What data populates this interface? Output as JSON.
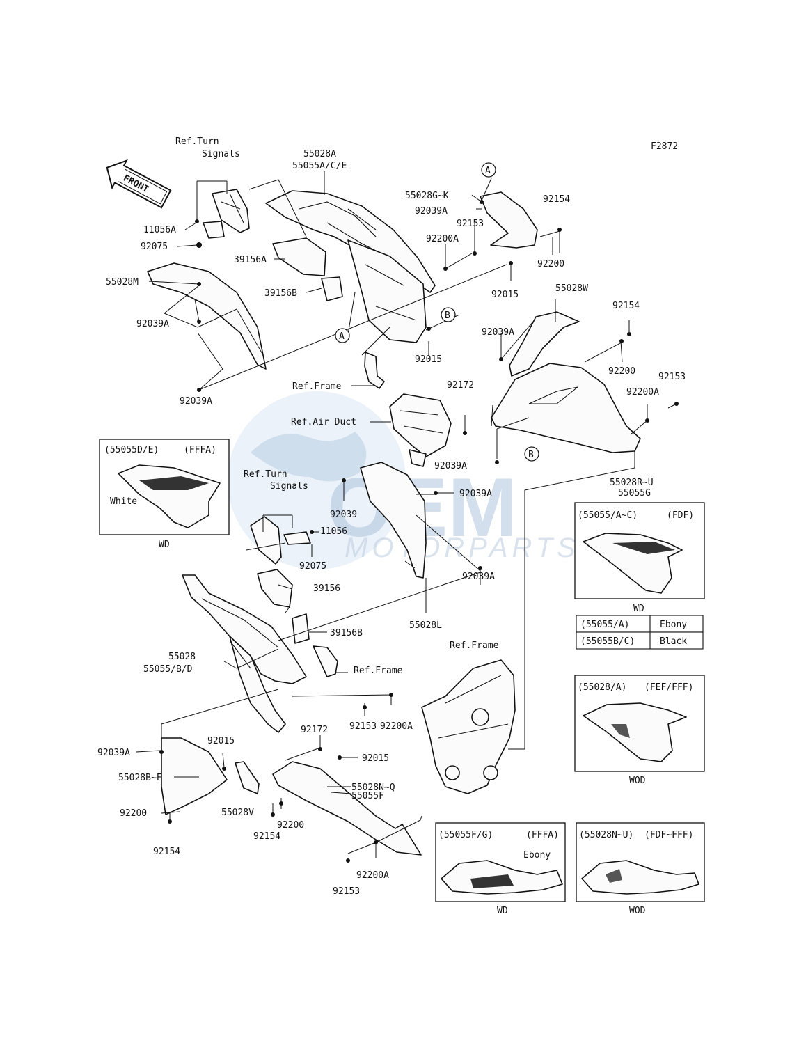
{
  "figure_id": "F2872",
  "watermark": {
    "main": "OEM",
    "sub": "MOTORPARTS"
  },
  "labels": {
    "ref_turn_signals_1a": "Ref.Turn",
    "ref_turn_signals_1b": "Signals",
    "p55028A": "55028A",
    "p55055ACE": "55055A/C/E",
    "front": "FRONT",
    "p11056A": "11056A",
    "p92075_top": "92075",
    "p39156A": "39156A",
    "p39156B_top": "39156B",
    "p55028M": "55028M",
    "p92039A_left1": "92039A",
    "p92039A_left2": "92039A",
    "ref_frame_top": "Ref.Frame",
    "p55028GK": "55028G~K",
    "p92039A_right_top": "92039A",
    "p92153_top": "92153",
    "p92200A_top": "92200A",
    "p92154_top": "92154",
    "p92200_top": "92200",
    "p92015_top": "92015",
    "p92015_mid": "92015",
    "p55028W": "55028W",
    "p92154_mid": "92154",
    "p92039A_w": "92039A",
    "p92200_mid": "92200",
    "p92153_mid": "92153",
    "p92200A_mid": "92200A",
    "p92172_top": "92172",
    "ref_air_duct": "Ref.Air Duct",
    "p92039A_duct": "92039A",
    "p55028RU": "55028R~U",
    "p55055G": "55055G",
    "ref_turn_signals_2a": "Ref.Turn",
    "ref_turn_signals_2b": "Signals",
    "p92039": "92039",
    "p92039A_c": "92039A",
    "p11056": "11056",
    "p92075_mid": "92075",
    "p92039A_d": "92039A",
    "p39156": "39156",
    "p55028L": "55028L",
    "p39156B_mid": "39156B",
    "p55028": "55028",
    "p55055BD": "55055/B/D",
    "ref_frame_mid": "Ref.Frame",
    "ref_frame_bot": "Ref.Frame",
    "p92153_b1": "92153",
    "p92200A_b1": "92200A",
    "p92039A_b": "92039A",
    "p92015_b1": "92015",
    "p92172_b": "92172",
    "p92015_b2": "92015",
    "p55028BF": "55028B~F",
    "p55028NQ": "55028N~Q",
    "p55055F": "55055F",
    "p92200_b": "92200",
    "p92154_b": "92154",
    "p55028V": "55028V",
    "p92200_b2": "92200",
    "p92154_b2": "92154",
    "p92200A_b2": "92200A",
    "p92153_b2": "92153",
    "circle_a": "A",
    "circle_b": "B"
  },
  "insets": {
    "ffa_left": {
      "code": "(55055D/E)",
      "paint": "(FFFA)",
      "note": "White",
      "caption": "WD"
    },
    "fdf": {
      "code": "(55055/A~C)",
      "paint": "(FDF)",
      "caption": "WD"
    },
    "fef": {
      "code": "(55028/A)",
      "paint": "(FEF/FFF)",
      "caption": "WOD"
    },
    "fffa_bottom": {
      "code": "(55055F/G)",
      "paint": "(FFFA)",
      "note": "Ebony",
      "caption": "WD"
    },
    "fdf_fff": {
      "code": "(55028N~U)",
      "paint": "(FDF~FFF)",
      "caption": "WOD"
    }
  },
  "color_table": [
    {
      "code": "(55055/A)",
      "color": "Ebony"
    },
    {
      "code": "(55055B/C)",
      "color": "Black"
    }
  ]
}
